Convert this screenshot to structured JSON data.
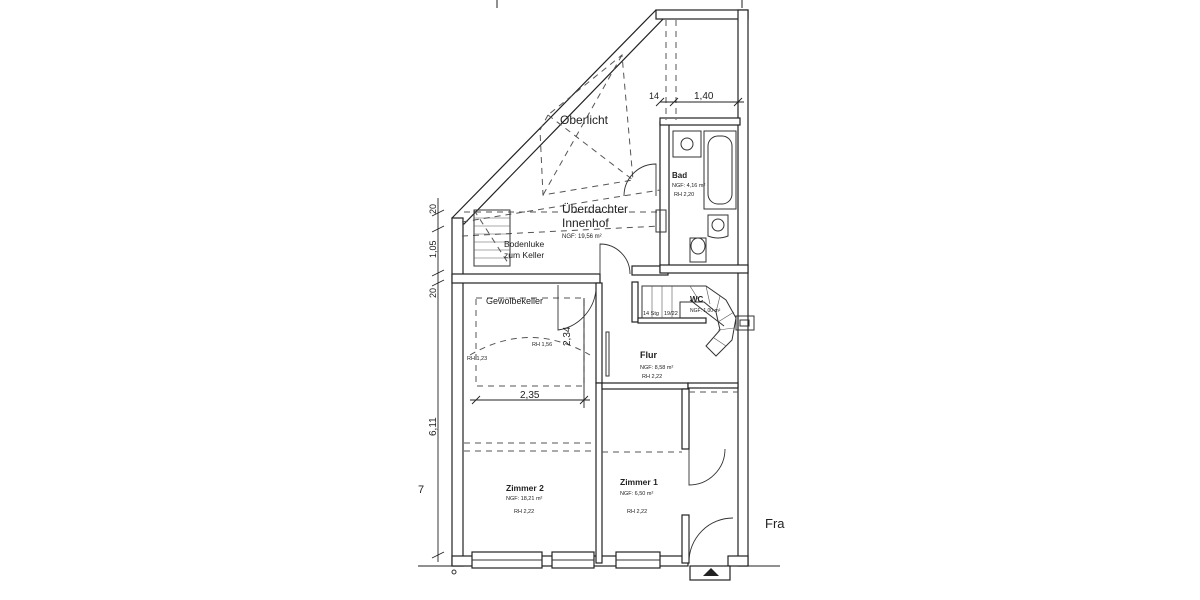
{
  "rooms": {
    "oberlicht": {
      "name": "Oberlicht"
    },
    "innenhof": {
      "name_line1": "Überdachter",
      "name_line2": "Innenhof",
      "ngf": "NGF: 19,56 m²"
    },
    "bodenluke": {
      "line1": "Bodenluke",
      "line2": "zum Keller"
    },
    "bad": {
      "name": "Bad",
      "ngf": "NGF: 4,16 m²",
      "rh": "RH 2,20"
    },
    "wc": {
      "name": "WC",
      "ngf": "NGF: 1,00 m²"
    },
    "gewoelbekeller": {
      "name": "Gewölbekeller",
      "rh_left": "RH 1,23",
      "rh_center": "RH 1,56"
    },
    "flur": {
      "name": "Flur",
      "ngf": "NGF: 8,58 m²",
      "rh": "RH 2,22"
    },
    "zimmer2": {
      "name": "Zimmer 2",
      "ngf": "NGF: 18,21 m²",
      "rh": "RH 2,22"
    },
    "zimmer1": {
      "name": "Zimmer 1",
      "ngf": "NGF: 6,50 m²",
      "rh": "RH 2,22"
    }
  },
  "stairs": {
    "label_left": "14 Stg",
    "label_right": "19/22"
  },
  "dimensions": {
    "bad_wall": "14",
    "bad_width": "1,40",
    "keller_depth": "2,34",
    "keller_width": "2,35",
    "left_20_top": "20",
    "left_105": "1,05",
    "left_20_mid": "20",
    "left_611": "6,11",
    "left_edge": "7"
  },
  "neighbor_label": "Fra",
  "colors": {
    "line": "#222222",
    "dashed": "#555555",
    "background": "#ffffff"
  }
}
